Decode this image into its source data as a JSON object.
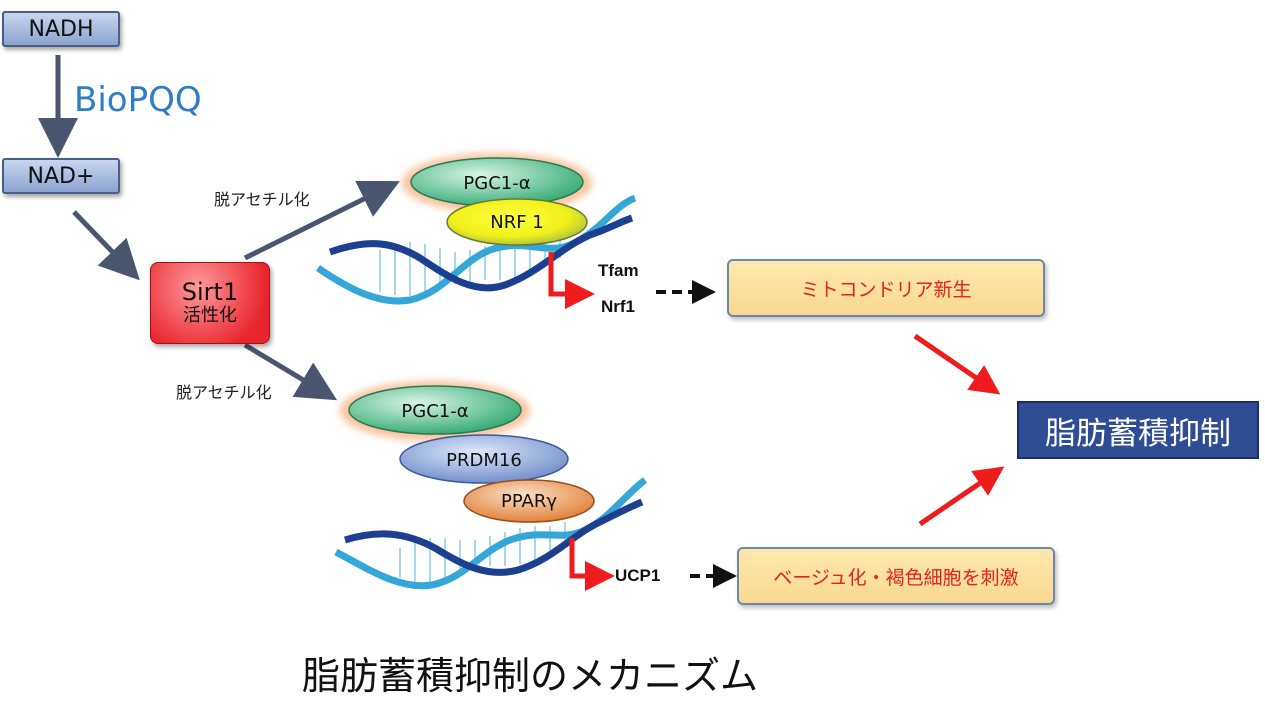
{
  "nodes": {
    "nadh": "NADH",
    "biopqq": "BioPQQ",
    "nad_plus": "NAD+",
    "sirt1_title": "Sirt1",
    "sirt1_sub": "活性化",
    "deacetylation_top": "脱アセチル化",
    "deacetylation_bottom": "脱アセチル化",
    "pgc1a_top": "PGC1-α",
    "nrf1_protein": "NRF 1",
    "tfam": "Tfam",
    "nrf1_gene": "Nrf1",
    "mito_biogenesis": "ミトコンドリア新生",
    "pgc1a_bottom": "PGC1-α",
    "prdm16": "PRDM16",
    "pparg": "PPARγ",
    "ucp1": "UCP1",
    "beige": "ベージュ化・褐色細胞を刺激",
    "fat_inhibition": "脂肪蓄積抑制"
  },
  "caption": "脂肪蓄積抑制のメカニズム",
  "colors": {
    "arrow_gray": "#4a5670",
    "arrow_red": "#ee1c1c",
    "pgc_green": "#3db27a",
    "nrf_yellow": "#f2f21a",
    "prdm_blue": "#6f8fd0",
    "ppar_orange": "#e8873a",
    "dna_dark": "#1d3f8f",
    "dna_light": "#35a6d8"
  }
}
